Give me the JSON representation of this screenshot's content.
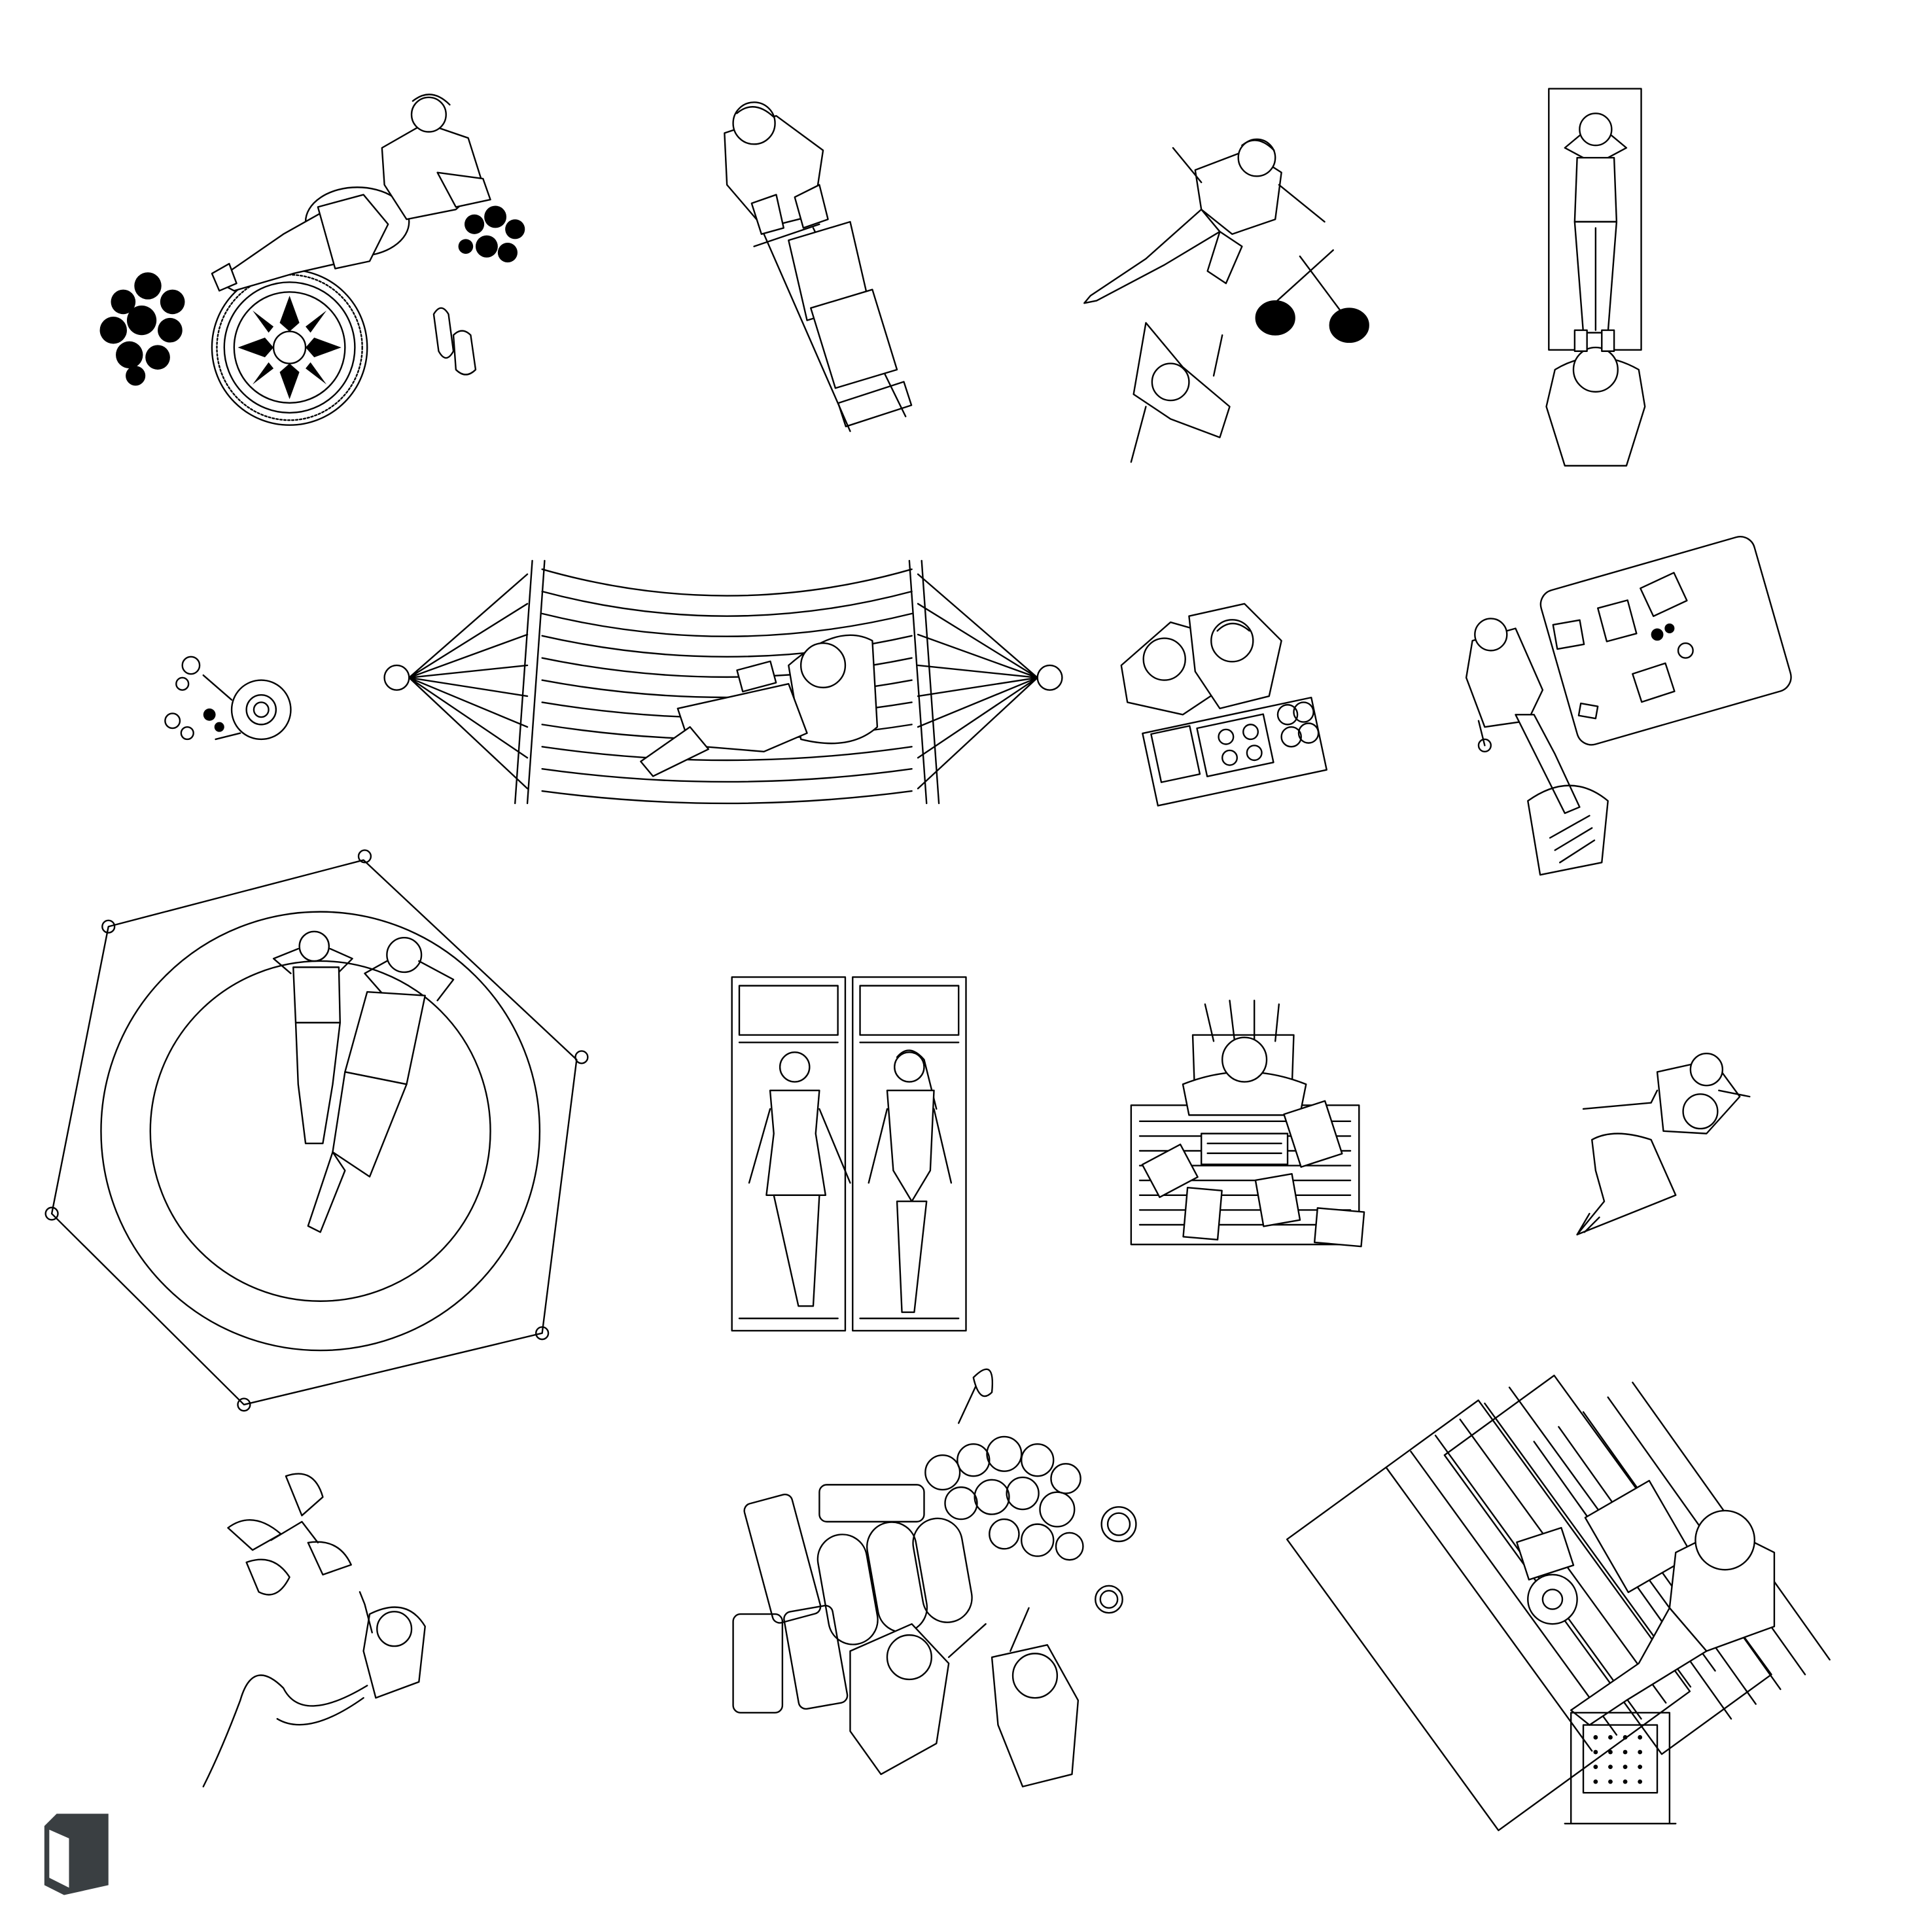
{
  "sheet": {
    "figures": [
      {
        "id": "woman-on-rug-with-flowers"
      },
      {
        "id": "man-pushing-lawn-mower"
      },
      {
        "id": "badminton-players"
      },
      {
        "id": "woman-on-yoga-mat"
      },
      {
        "id": "child-with-flowers"
      },
      {
        "id": "woman-in-hammock"
      },
      {
        "id": "couple-at-picnic-tray"
      },
      {
        "id": "woman-with-garden-chair"
      },
      {
        "id": "couple-on-trampoline"
      },
      {
        "id": "women-on-sunloungers"
      },
      {
        "id": "person-at-typewriter"
      },
      {
        "id": "person-hugging-dog"
      },
      {
        "id": "person-watering-plant"
      },
      {
        "id": "women-at-picnic-with-food"
      },
      {
        "id": "man-on-bench-deck"
      }
    ]
  },
  "logo": {
    "name": "brand-logo-icon",
    "color": "#3a3f42"
  }
}
